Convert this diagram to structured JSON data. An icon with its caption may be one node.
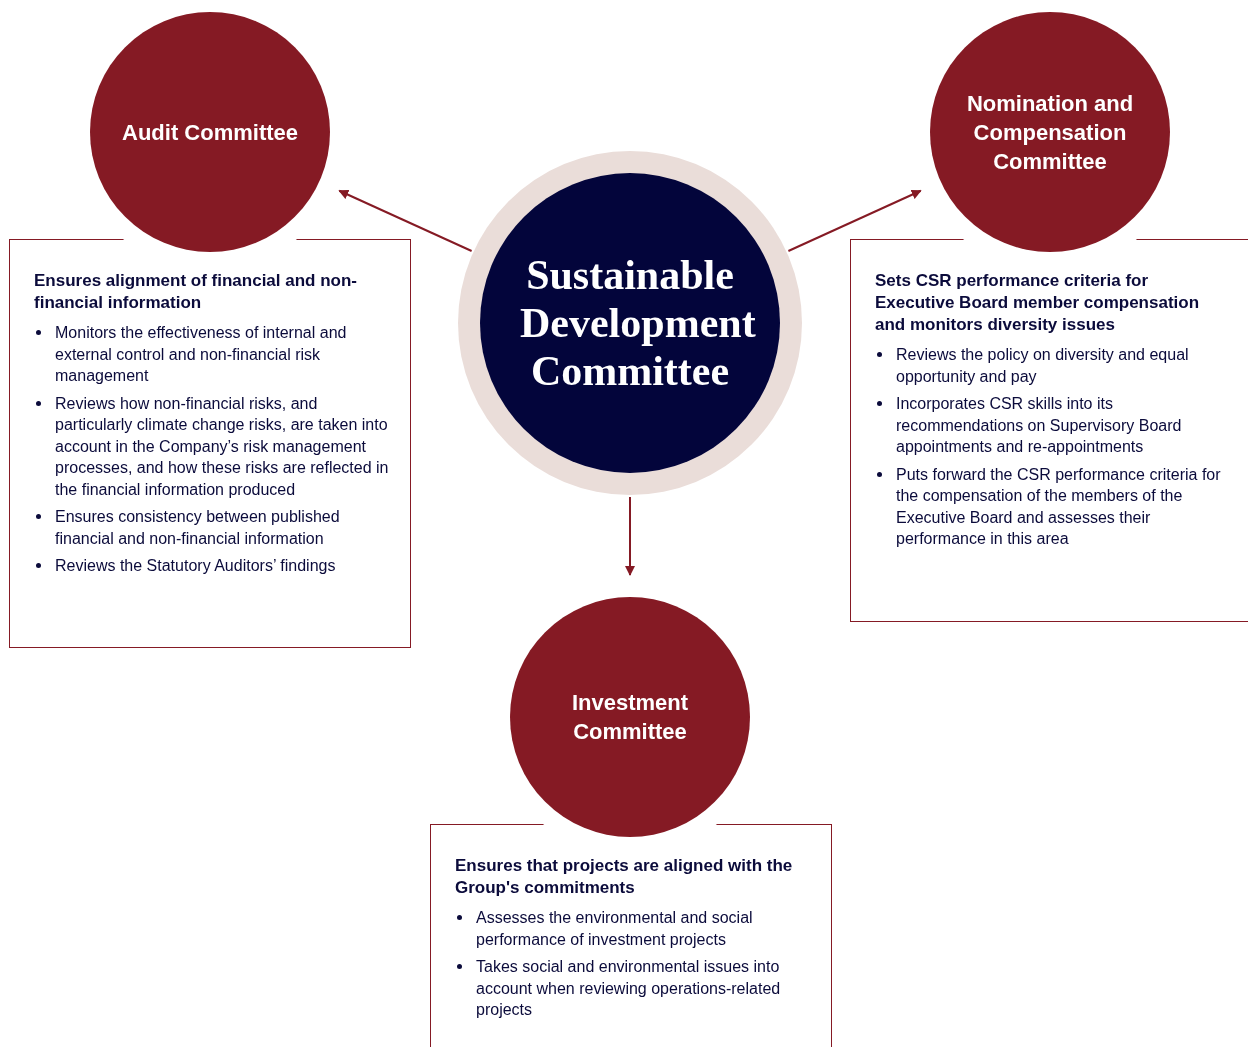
{
  "diagram": {
    "nodes": [
      {
        "text": [
          "Sustainable Development Committee"
        ]
      },
      {
        "text": [
          "Audit Committee"
        ]
      },
      {
        "text": [
          "Ensures alignment of financial and non-financial information",
          "Monitors the effectiveness of internal and external control and non-financial risk management",
          "Reviews how non-financial risks, and particularly climate change risks, are taken into account in the Company’s risk management processes, and how these risks are reflected in the financial information produced",
          "Ensures consistency between published financial and non-financial information",
          "Reviews the Statutory Auditors’ findings"
        ]
      },
      {
        "text": [
          "Nomination and Compensation Committee"
        ]
      },
      {
        "text": [
          "Sets CSR performance criteria for Executive Board member compensation and monitors diversity issues",
          "Reviews the policy on diversity and equal opportunity and pay",
          "Incorporates CSR skills into its recommendations on Supervisory Board appointments and re-appointments",
          "Puts forward the CSR performance criteria for the compensation of the members of the Executive Board and assesses their performance in this area"
        ]
      },
      {
        "text": [
          "Investment Committee"
        ]
      },
      {
        "text": [
          "Ensures that projects are aligned with the Group's commitments",
          "Assesses the environmental and social performance of investment projects",
          "Takes social and environmental issues into account when reviewing operations-related projects"
        ]
      }
    ],
    "edges": [
      {
        "from": 0,
        "to": 1,
        "arrow": "to"
      },
      {
        "from": 0,
        "to": 3,
        "arrow": "to"
      },
      {
        "from": 0,
        "to": 5,
        "arrow": "to"
      }
    ]
  }
}
